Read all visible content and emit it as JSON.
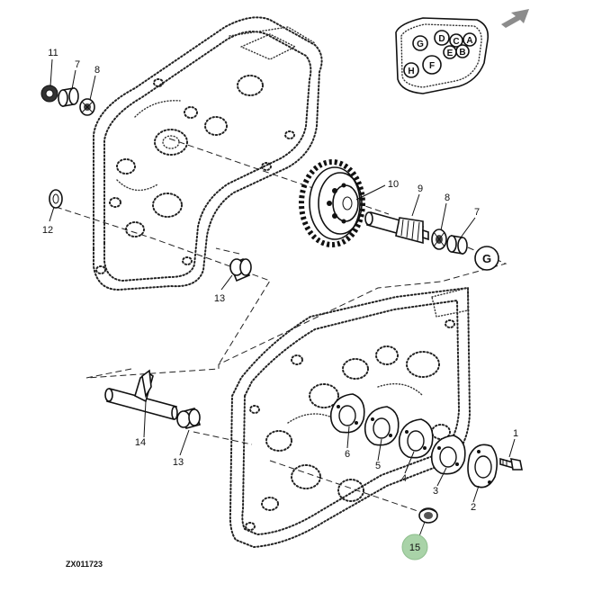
{
  "diagram": {
    "figure_code": "ZX011723",
    "location_view_letters": [
      "G",
      "D",
      "C",
      "A",
      "E",
      "B",
      "H",
      "F"
    ],
    "callouts": {
      "c11_top": "11",
      "c7_top": "7",
      "c8_top": "8",
      "c12": "12",
      "c13_top": "13",
      "c10": "10",
      "c9": "9",
      "c8_mid": "8",
      "c7_mid": "7",
      "view_g": "G",
      "c14": "14",
      "c13_bottom": "13",
      "c6": "6",
      "c5": "5",
      "c4": "4",
      "c3": "3",
      "c2": "2",
      "c1": "1",
      "c15": "15"
    },
    "colors": {
      "line": "#111111",
      "highlight_circle": "#a9d3a8",
      "arrow": "#8c8c8c"
    }
  }
}
